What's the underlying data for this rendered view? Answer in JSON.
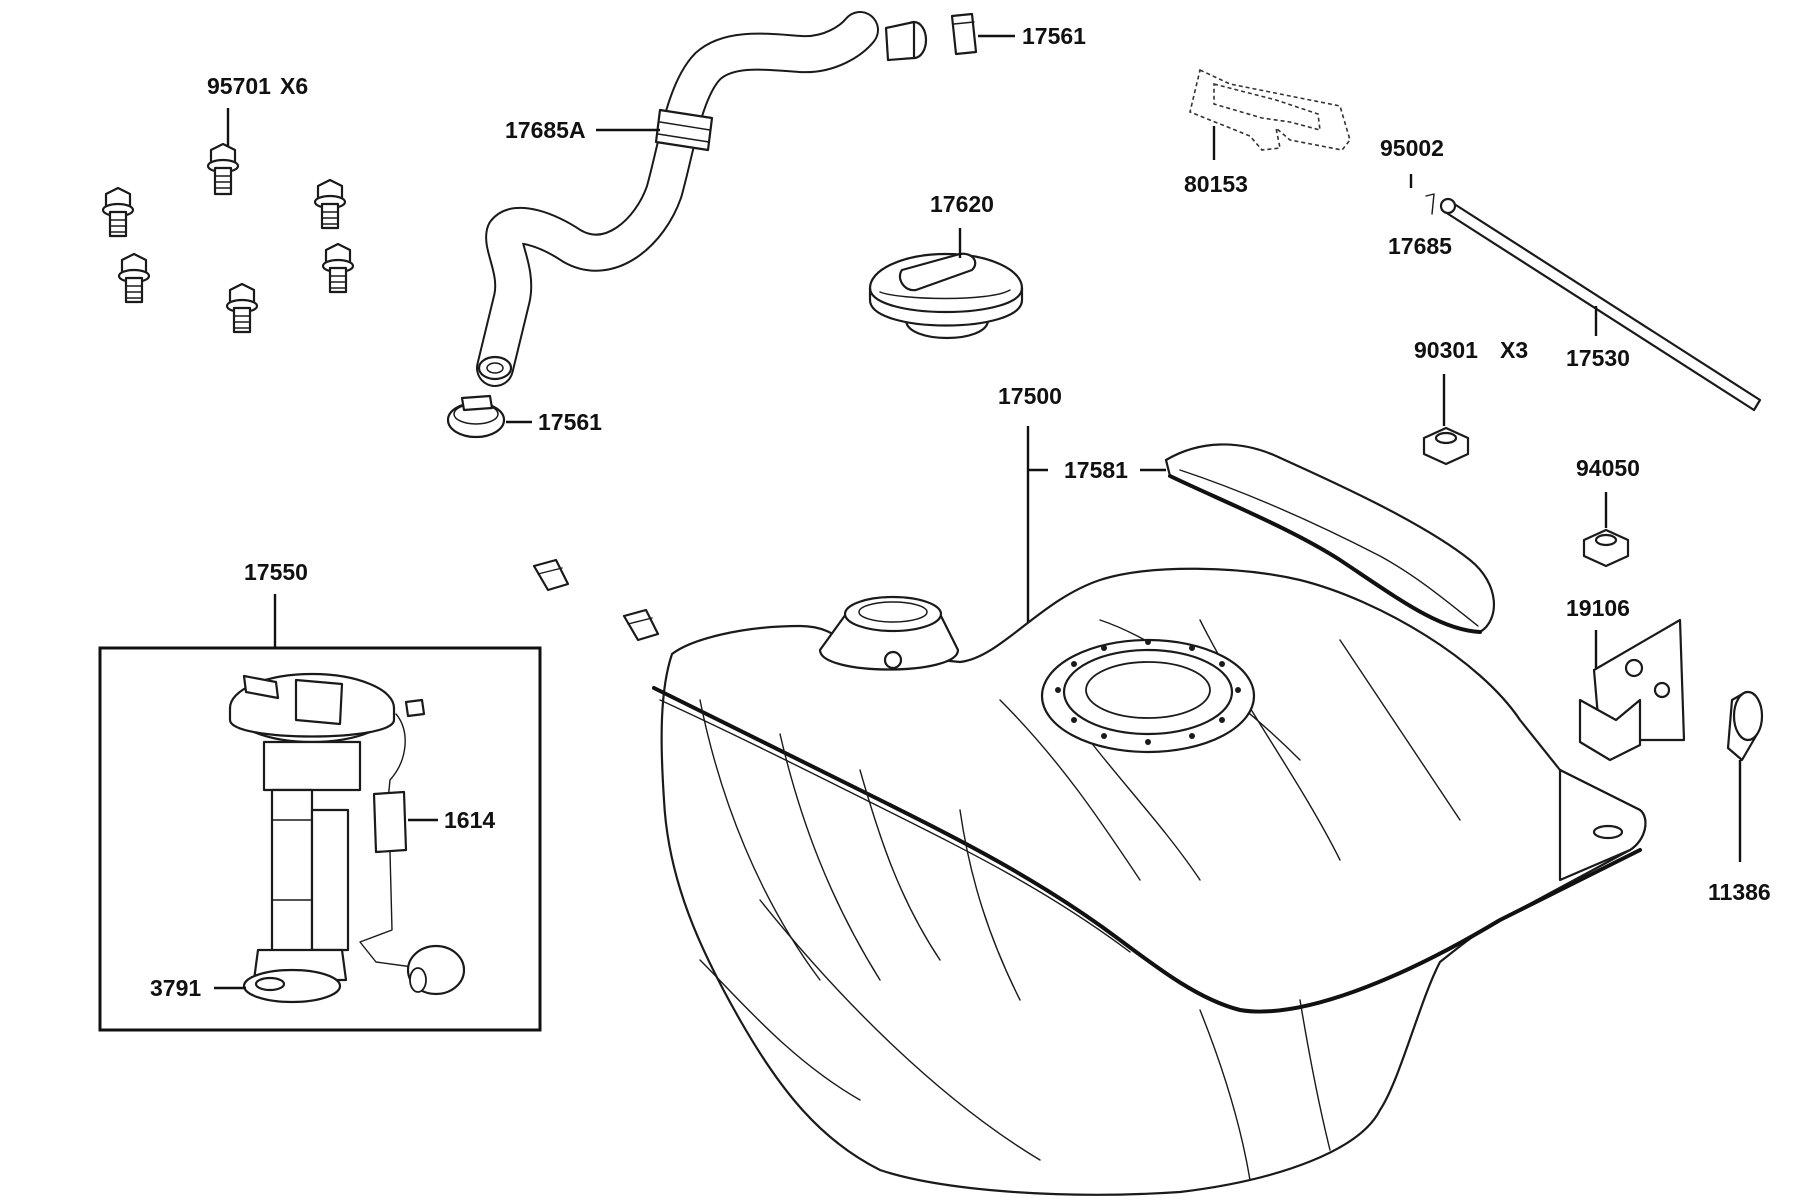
{
  "callouts": {
    "p95701": "95701",
    "p95701_qty": "X6",
    "p17685a": "17685A",
    "p17561_top": "17561",
    "p17561_bottom": "17561",
    "p17620": "17620",
    "p80153": "80153",
    "p95002": "95002",
    "p17685": "17685",
    "p17530": "17530",
    "p90301": "90301",
    "p90301_qty": "X3",
    "p17500": "17500",
    "p17581": "17581",
    "p94050": "94050",
    "p19106": "19106",
    "p11386": "11386",
    "p17550": "17550",
    "p1614": "1614",
    "p3791": "3791"
  }
}
